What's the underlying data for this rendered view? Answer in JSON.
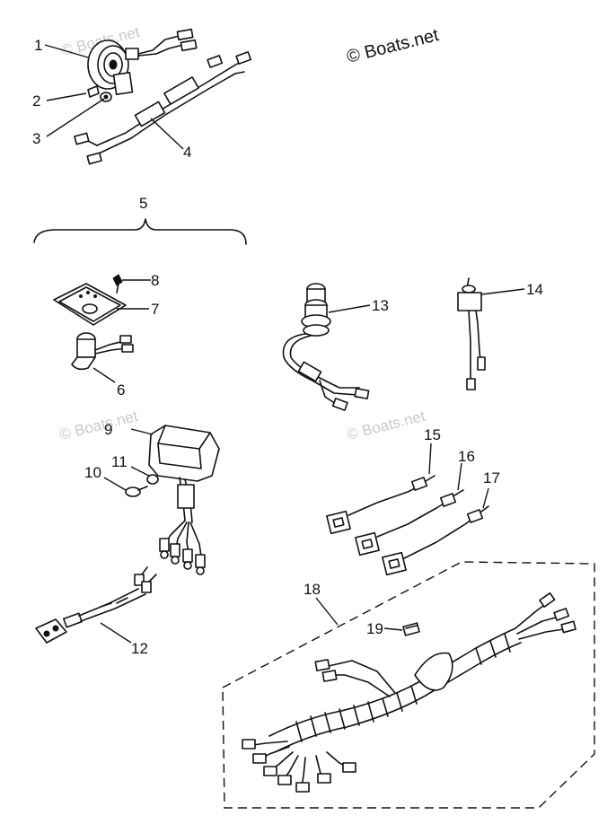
{
  "copyright": "© Boats.net",
  "watermarks": [
    "© Boats.net",
    "© Boats.net",
    "© Boats.net"
  ],
  "callouts": {
    "p1": "1",
    "p2": "2",
    "p3": "3",
    "p4": "4",
    "p5": "5",
    "p6": "6",
    "p7": "7",
    "p8": "8",
    "p9": "9",
    "p10": "10",
    "p11": "11",
    "p12": "12",
    "p13": "13",
    "p14": "14",
    "p15": "15",
    "p16": "16",
    "p17": "17",
    "p18": "18",
    "p19": "19"
  }
}
